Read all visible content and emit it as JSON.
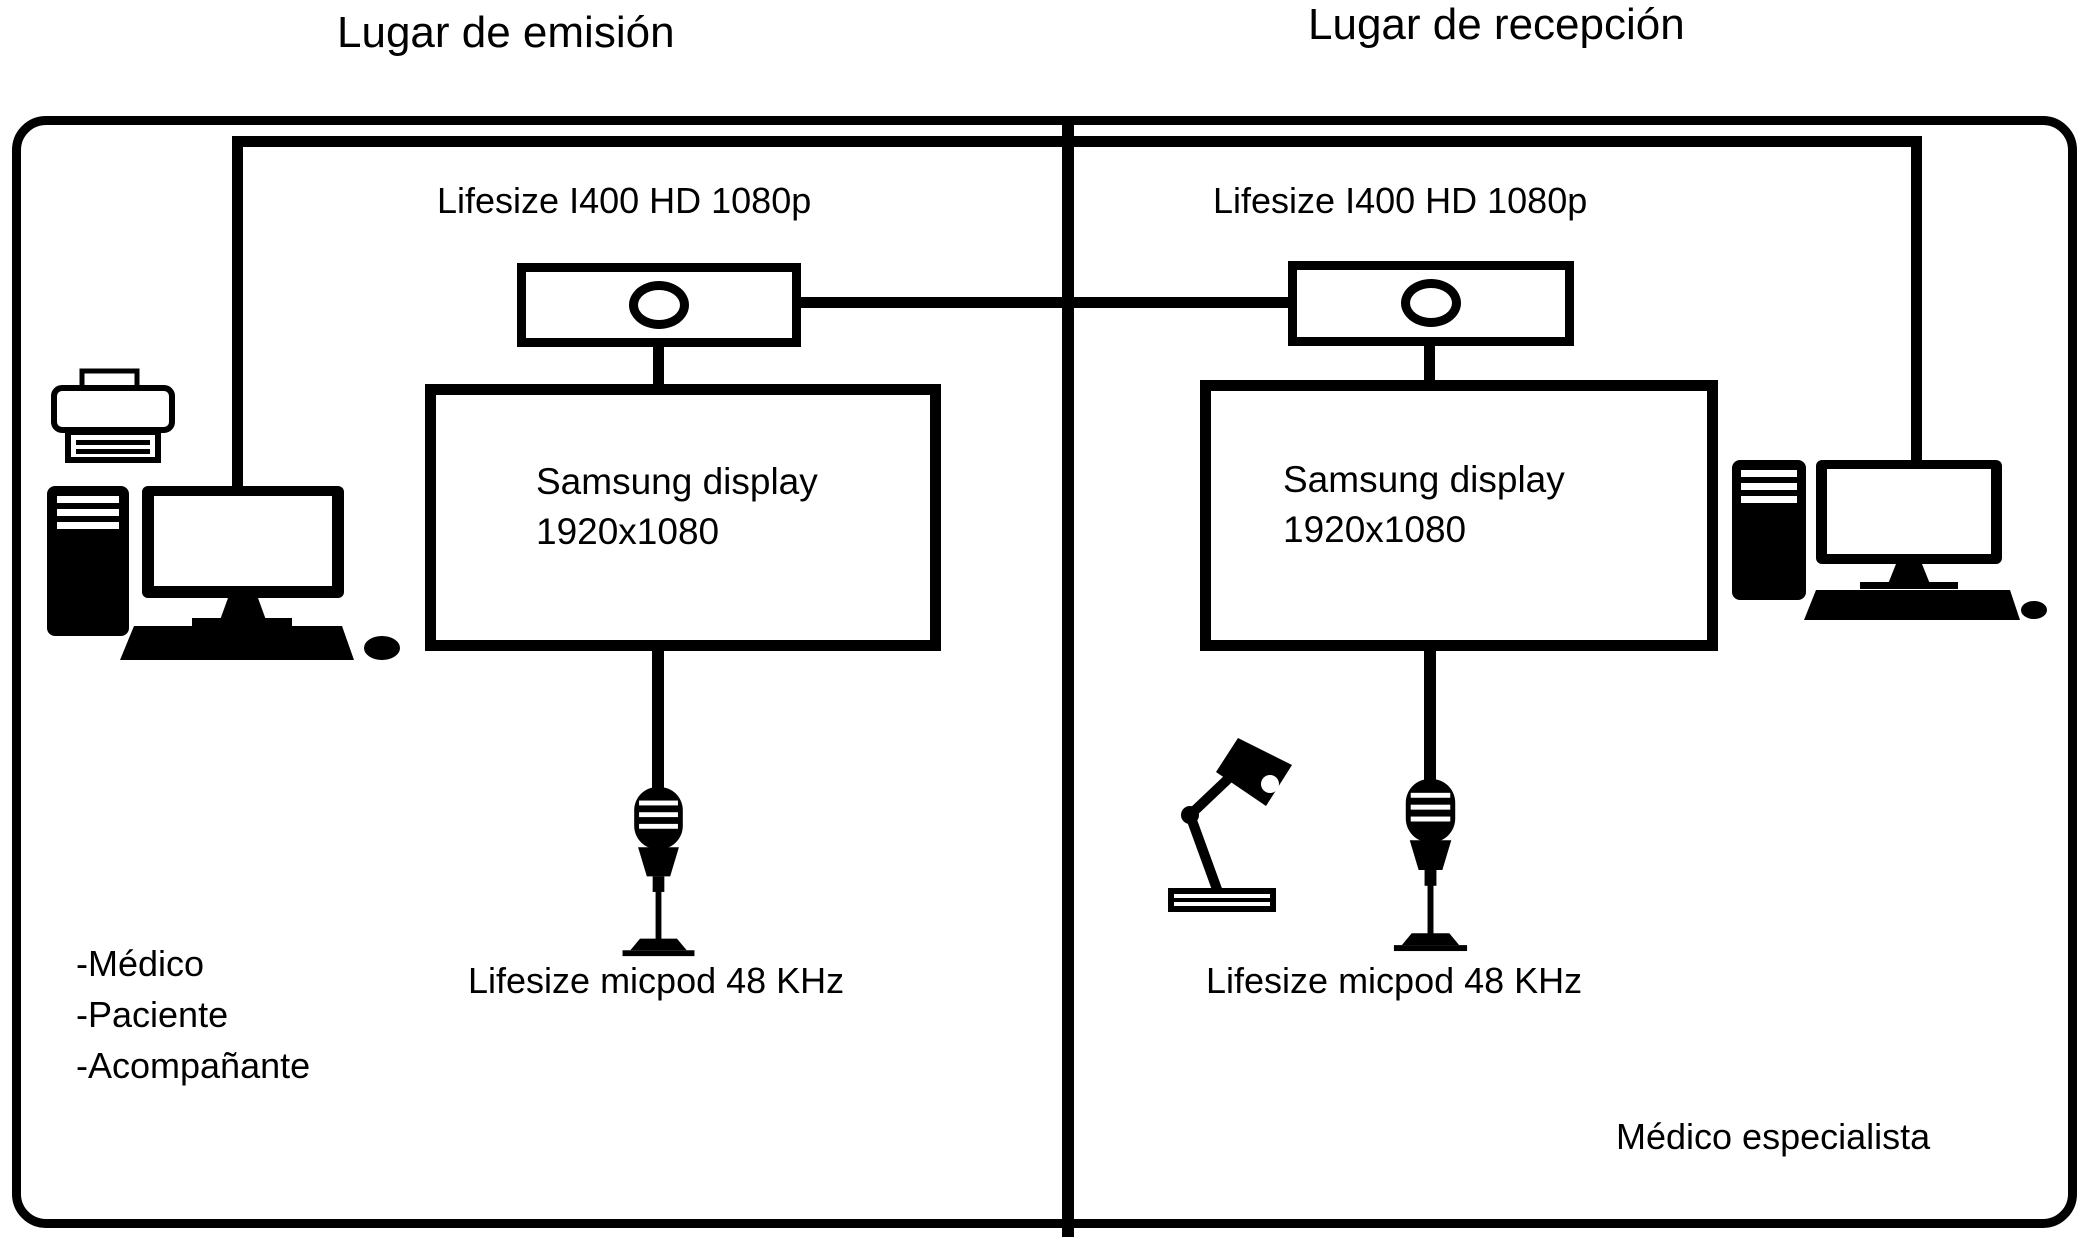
{
  "titles": {
    "left": "Lugar de emisión",
    "right": "Lugar de recepción"
  },
  "left_room": {
    "camera_label": "Lifesize I400 HD 1080p",
    "display_line1": "Samsung display",
    "display_line2": "1920x1080",
    "mic_label": "Lifesize micpod 48 KHz",
    "participants": [
      "-Médico",
      "-Paciente",
      "-Acompañante"
    ]
  },
  "right_room": {
    "camera_label": "Lifesize I400 HD 1080p",
    "display_line1": "Samsung display",
    "display_line2": "1920x1080",
    "mic_label": "Lifesize micpod 48 KHz",
    "specialist_label": "Médico especialista"
  },
  "icons": {
    "left": [
      "printer-icon",
      "desktop-computer-icon",
      "camera-icon",
      "microphone-icon"
    ],
    "right": [
      "desk-lamp-icon",
      "desktop-computer-icon",
      "camera-icon",
      "microphone-icon"
    ]
  },
  "colors": {
    "line": "#000000",
    "background": "#ffffff",
    "text": "#000000"
  }
}
